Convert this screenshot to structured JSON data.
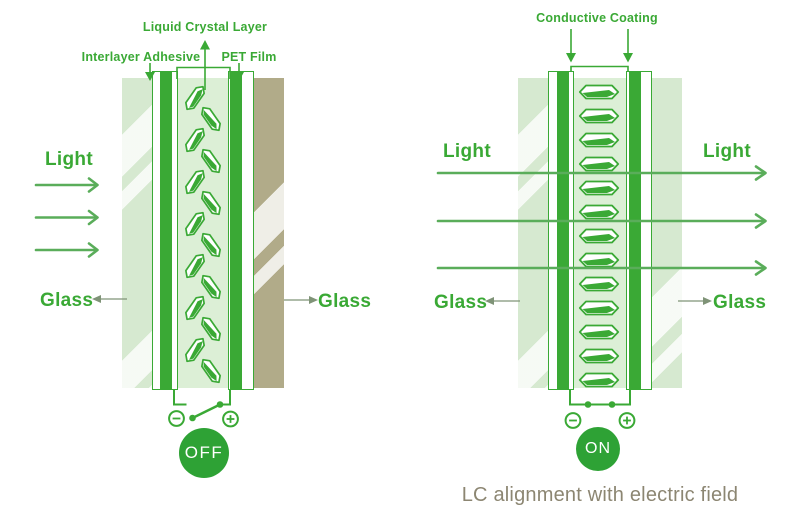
{
  "colors": {
    "green": "#3aa935",
    "light_ray_green": "#5aad5a",
    "pale_glass": "#d6e9d0",
    "lc_background": "#dcefd6",
    "khaki_glass": "#b1ab89",
    "pointer_gray": "#7f9377",
    "caption_gray": "#8c8672",
    "state_circle_green": "#2ea235"
  },
  "left_diagram": {
    "layer_labels": {
      "liquid_crystal_layer": "Liquid Crystal Layer",
      "interlayer_adhesive": "Interlayer Adhesive",
      "pet_film": "PET Film"
    },
    "light_label": "Light",
    "glass_left_label": "Glass",
    "glass_right_label": "Glass",
    "state_label": "OFF"
  },
  "right_diagram": {
    "layer_labels": {
      "conductive_coating": "Conductive Coating"
    },
    "light_left_label": "Light",
    "light_right_label": "Light",
    "glass_left_label": "Glass",
    "glass_right_label": "Glass",
    "state_label": "ON"
  },
  "caption": "LC alignment with electric field"
}
